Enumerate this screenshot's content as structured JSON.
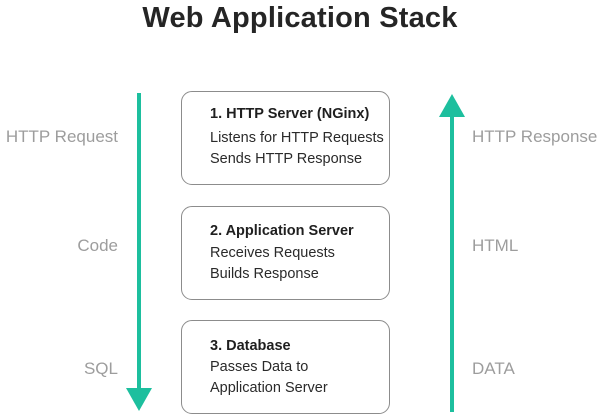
{
  "title": "Web Application Stack",
  "colors": {
    "arrow": "#1dbf9e",
    "side_label": "#9d9d9d",
    "box_border": "#8c8c8c"
  },
  "left_labels": [
    "HTTP Request",
    "Code",
    "SQL"
  ],
  "right_labels": [
    "HTTP Response",
    "HTML",
    "DATA"
  ],
  "boxes": [
    {
      "heading": "1. HTTP Server (NGinx)",
      "lines": [
        "Listens for HTTP Requests",
        "Sends HTTP Response"
      ]
    },
    {
      "heading": "2. Application Server",
      "lines": [
        "Receives Requests",
        "Builds Response"
      ]
    },
    {
      "heading": "3. Database",
      "lines": [
        "Passes Data to",
        "Application Server"
      ]
    }
  ],
  "arrows": {
    "left_direction": "down",
    "right_direction": "up"
  }
}
